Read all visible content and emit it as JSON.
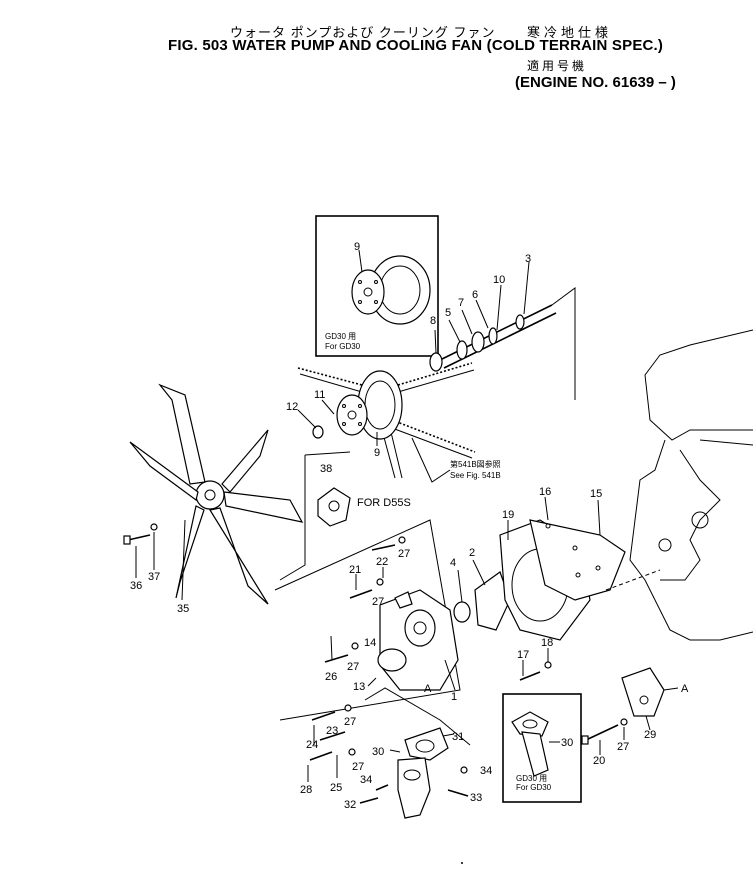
{
  "header": {
    "jp_title": "ウォータ ポンプおよび クーリング ファン",
    "jp_spec": "寒冷地仕様",
    "fig_title": "FIG. 503  WATER PUMP AND COOLING FAN (COLD TERRAIN SPEC.)",
    "jp_applicable": "適用号機",
    "engine_no": "(ENGINE NO. 61639 – )"
  },
  "callouts": {
    "p1": "1",
    "p2": "2",
    "p3": "3",
    "p4": "4",
    "p5": "5",
    "p6": "6",
    "p7": "7",
    "p8": "8",
    "p9": "9",
    "p9b": "9",
    "p10": "10",
    "p11": "11",
    "p12": "12",
    "p13": "13",
    "p14": "14",
    "p15": "15",
    "p16": "16",
    "p17": "17",
    "p18": "18",
    "p19": "19",
    "p20": "20",
    "p21": "21",
    "p22": "22",
    "p23": "23",
    "p24": "24",
    "p25": "25",
    "p26": "26",
    "p27a": "27",
    "p27b": "27",
    "p27c": "27",
    "p27d": "27",
    "p27e": "27",
    "p27f": "27",
    "p28": "28",
    "p29": "29",
    "p30": "30",
    "p30b": "30",
    "p31": "31",
    "p32": "32",
    "p33": "33",
    "p34a": "34",
    "p34b": "34",
    "p35": "35",
    "p36": "36",
    "p37": "37",
    "p38": "38",
    "pA1": "A",
    "pA2": "A"
  },
  "notes": {
    "gd30_jp_1": "GD30 用",
    "gd30_en_1": "For GD30",
    "see_fig_jp": "第541B図参照",
    "see_fig_en": "See Fig. 541B",
    "for_d55s": "FOR D55S",
    "gd30_jp_2": "GD30 用",
    "gd30_en_2": "For GD30"
  }
}
